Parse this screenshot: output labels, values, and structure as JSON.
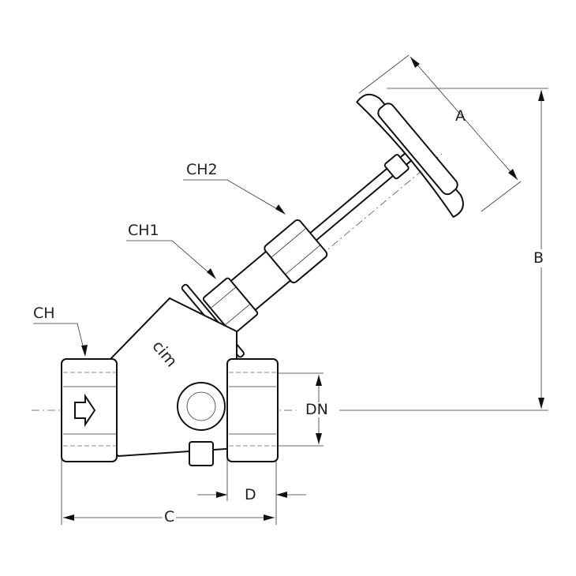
{
  "drawing": {
    "labels": {
      "a": "A",
      "b": "B",
      "c": "C",
      "d": "D",
      "dn": "DN",
      "ch": "CH",
      "ch1": "CH1",
      "ch2": "CH2"
    },
    "logo": "cim",
    "flow_arrow_icon": "arrow-right-outline"
  }
}
